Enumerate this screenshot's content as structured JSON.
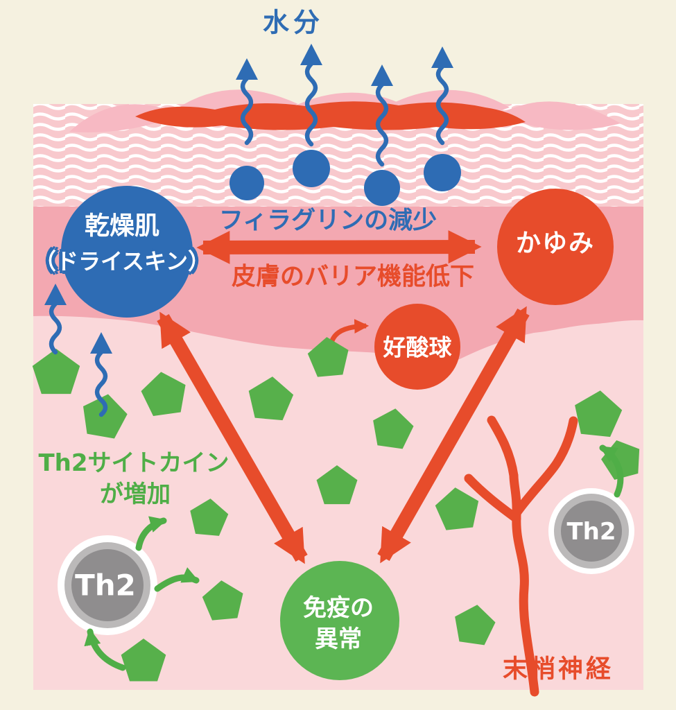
{
  "skin_diagram": {
    "moisture_label": "水分",
    "nodes": {
      "dry_skin": {
        "line1": "乾燥肌",
        "line2": "（ドライスキン）",
        "color": "#2E6CB4"
      },
      "itch": {
        "label": "かゆみ",
        "color": "#E74C2B"
      },
      "eosinophil": {
        "label": "好酸球",
        "color": "#E74C2B"
      },
      "immune": {
        "line1": "免疫の",
        "line2": "異常",
        "color": "#5CB553"
      },
      "th2_left": {
        "label": "Th2",
        "color": "#8F8D8E"
      },
      "th2_right": {
        "label": "Th2",
        "color": "#8F8D8E"
      }
    },
    "annotations": {
      "filaggrin": "フィラグリンの減少",
      "barrier": "皮膚のバリア機能低下",
      "th2_cytokine_line1": "Th2サイトカイン",
      "th2_cytokine_line2": "が増加",
      "peripheral_nerve": "末梢神経"
    },
    "colors": {
      "background": "#F5F1E0",
      "stratum_corneum": "#F8C9CD",
      "upper_dermis": "#F3A8B1",
      "dermis": "#FAD8DA",
      "flake_pink": "#F7B9C3",
      "red": "#E74C2B",
      "blue": "#2E6CB4",
      "pentagon_green": "#57B04B",
      "arrow_green": "#4FAE47",
      "immune_green": "#5CB553",
      "th2_inner_gray": "#8F8D8E",
      "th2_ring_gray": "#BBB9B9"
    }
  }
}
